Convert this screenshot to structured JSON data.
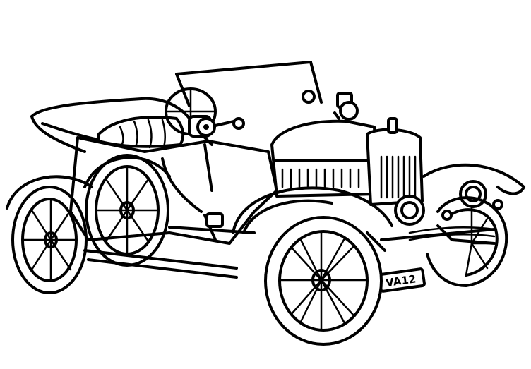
{
  "image": {
    "subject": "vintage-open-touring-car",
    "style": "black line-art coloring page",
    "background_color": "#ffffff",
    "ink_color": "#000000"
  },
  "license_plate": {
    "text": "VA12"
  }
}
